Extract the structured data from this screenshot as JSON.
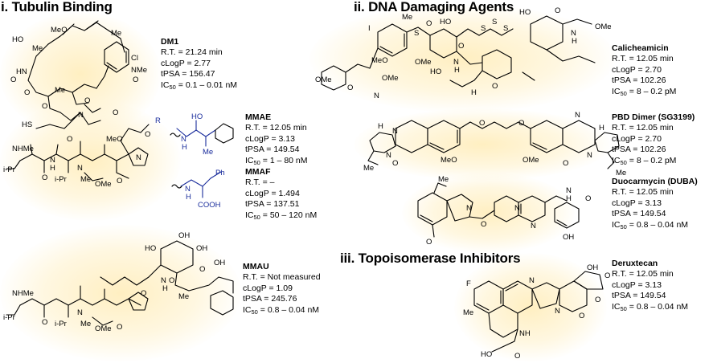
{
  "sections": {
    "tubulin": "i. Tubulin Binding",
    "dna": "ii. DNA Damaging Agents",
    "topo": "iii. Topoisomerase Inhibitors"
  },
  "compounds": {
    "dm1": {
      "name": "DM1",
      "rt": "R.T. = 21.24 min",
      "clogp": "cLogP = 2.77",
      "tpsa": "tPSA = 156.47",
      "ic50": "= 0.1 – 0.01 nM"
    },
    "mmae": {
      "name": "MMAE",
      "rt": "R.T. = 12.05 min",
      "clogp": "cLogP = 3.13",
      "tpsa": "tPSA = 149.54",
      "ic50": "= 1 – 80 nM"
    },
    "mmaf": {
      "name": "MMAF",
      "rt": "R.T. = –",
      "clogp": "cLogP = 1.494",
      "tpsa": "tPSA = 137.51",
      "ic50": "= 50 – 120 nM"
    },
    "mmau": {
      "name": "MMAU",
      "rt": "R.T. = Not measured",
      "clogp": "cLogP = 1.09",
      "tpsa": "tPSA = 245.76",
      "ic50": "= 0.8 – 0.04 nM"
    },
    "calicheamicin": {
      "name": "Calicheamicin",
      "rt": "R.T. = 12.05 min",
      "clogp": "cLogP = 2.70",
      "tpsa": "tPSA = 102.26",
      "ic50": "= 8 – 0.2 pM"
    },
    "pbd": {
      "name": "PBD Dimer (SG3199)",
      "rt": "R.T. = 12.05 min",
      "clogp": "cLogP = 2.70",
      "tpsa": "tPSA = 102.26",
      "ic50": "= 8 – 0.2 pM"
    },
    "duba": {
      "name": "Duocarmycin (DUBA)",
      "rt": "R.T. = 12.05 min",
      "clogp": "cLogP = 3.13",
      "tpsa": "tPSA = 149.54",
      "ic50": "= 0.8 – 0.04 nM"
    },
    "deruxtecan": {
      "name": "Deruxtecan",
      "rt": "R.T. = 12.05 min",
      "clogp": "cLogP = 3.13",
      "tpsa": "tPSA = 149.54",
      "ic50": "= 0.8 – 0.04 nM"
    }
  },
  "ic50_label": "IC",
  "ic50_sub": "50",
  "structure_labels": {
    "dm1": [
      "HO",
      "Me",
      "MeO",
      "HN",
      "O",
      "O",
      "Me",
      "Me",
      "Cl",
      "NMe",
      "O",
      "O",
      "O",
      "N",
      "O",
      "HS"
    ],
    "mmae": [
      "NHMe",
      "O",
      "H",
      "N",
      "N",
      "i-Pr",
      "O",
      "i-Pr",
      "Me",
      "MeO",
      "OMe",
      "O",
      "N",
      "R",
      "O"
    ],
    "mmae_r": [
      "HO",
      "N",
      "H",
      "Me"
    ],
    "mmaf_r": [
      "N",
      "H",
      "Ph",
      "COOH"
    ],
    "mmau": [
      "OH",
      "HO",
      "OH",
      "O",
      "O",
      "OH",
      "O",
      "NHMe",
      "i-Pr",
      "O",
      "i-Pr",
      "N",
      "Me",
      "OMe",
      "O",
      "N",
      "H",
      "Me"
    ],
    "calicheamicin": [
      "I",
      "Me",
      "S",
      "HO",
      "O",
      "O",
      "OMe",
      "MeO",
      "OMe",
      "HO",
      "N",
      "H",
      "S",
      "S",
      "S",
      "HO",
      "O",
      "N",
      "H",
      "OMe",
      "H",
      "N",
      "OMe",
      "O",
      "O"
    ],
    "pbd": [
      "N",
      "N",
      "H",
      "O",
      "O",
      "N",
      "H",
      "N",
      "Me",
      "MeO",
      "OMe",
      "Me",
      "O",
      "O"
    ],
    "duba": [
      "Me",
      "N",
      "O",
      "N",
      "N",
      "H",
      "N",
      "O",
      "OH",
      "O"
    ],
    "deruxtecan": [
      "F",
      "Me",
      "N",
      "N",
      "OH",
      "O",
      "O",
      "O",
      "NH",
      "HO",
      "O"
    ]
  },
  "wavy_bond_icon": "wavy-bond-icon"
}
